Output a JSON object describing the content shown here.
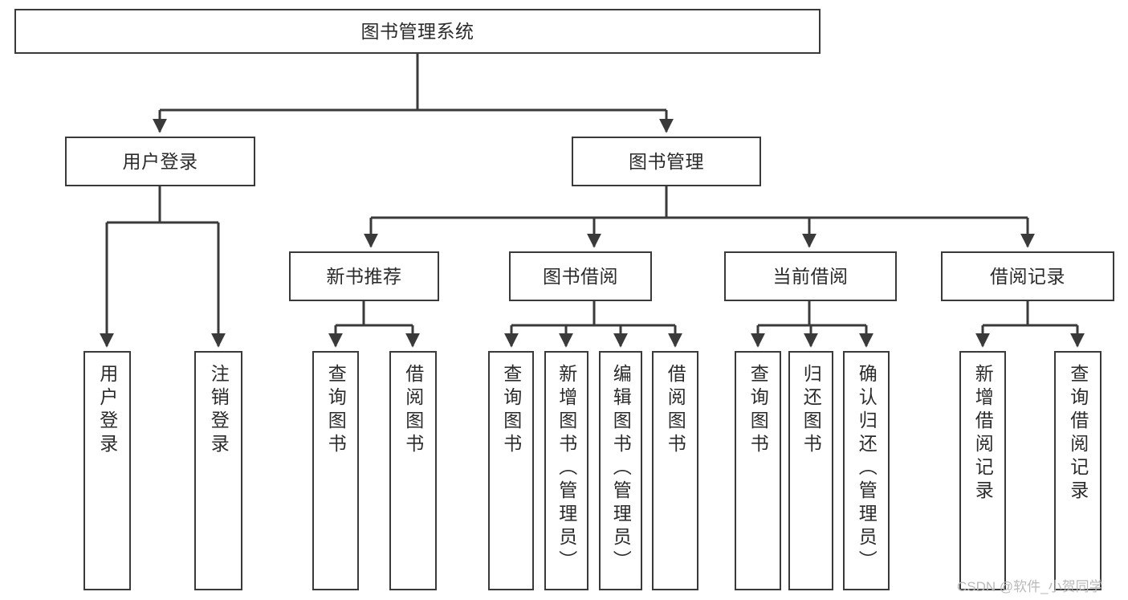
{
  "diagram": {
    "type": "hierarchy-tree",
    "title": "图书管理系统",
    "orientation": "top-down",
    "watermark": "CSDN @软件_小贺同学",
    "colors": {
      "box_border": "#3a3a3a",
      "box_fill": "#ffffff",
      "connector": "#3a3a3a",
      "text": "#2b2b2b",
      "watermark": "#b9b9b9"
    },
    "root": {
      "label": "图书管理系统"
    },
    "level1": [
      {
        "label": "用户登录"
      },
      {
        "label": "图书管理"
      }
    ],
    "level2": [
      {
        "label": "新书推荐"
      },
      {
        "label": "图书借阅"
      },
      {
        "label": "当前借阅"
      },
      {
        "label": "借阅记录"
      }
    ],
    "leaves": {
      "user_login": [
        {
          "label": "用户登录"
        },
        {
          "label": "注销登录"
        }
      ],
      "new_book_recommend": [
        {
          "label": "查询图书"
        },
        {
          "label": "借阅图书"
        }
      ],
      "book_borrow": [
        {
          "label": "查询图书"
        },
        {
          "label": "新增图书（管理员）"
        },
        {
          "label": "编辑图书（管理员）"
        },
        {
          "label": "借阅图书"
        }
      ],
      "current_borrow": [
        {
          "label": "查询图书"
        },
        {
          "label": "归还图书"
        },
        {
          "label": "确认归还（管理员）"
        }
      ],
      "borrow_record": [
        {
          "label": "新增借阅记录"
        },
        {
          "label": "查询借阅记录"
        }
      ]
    }
  }
}
